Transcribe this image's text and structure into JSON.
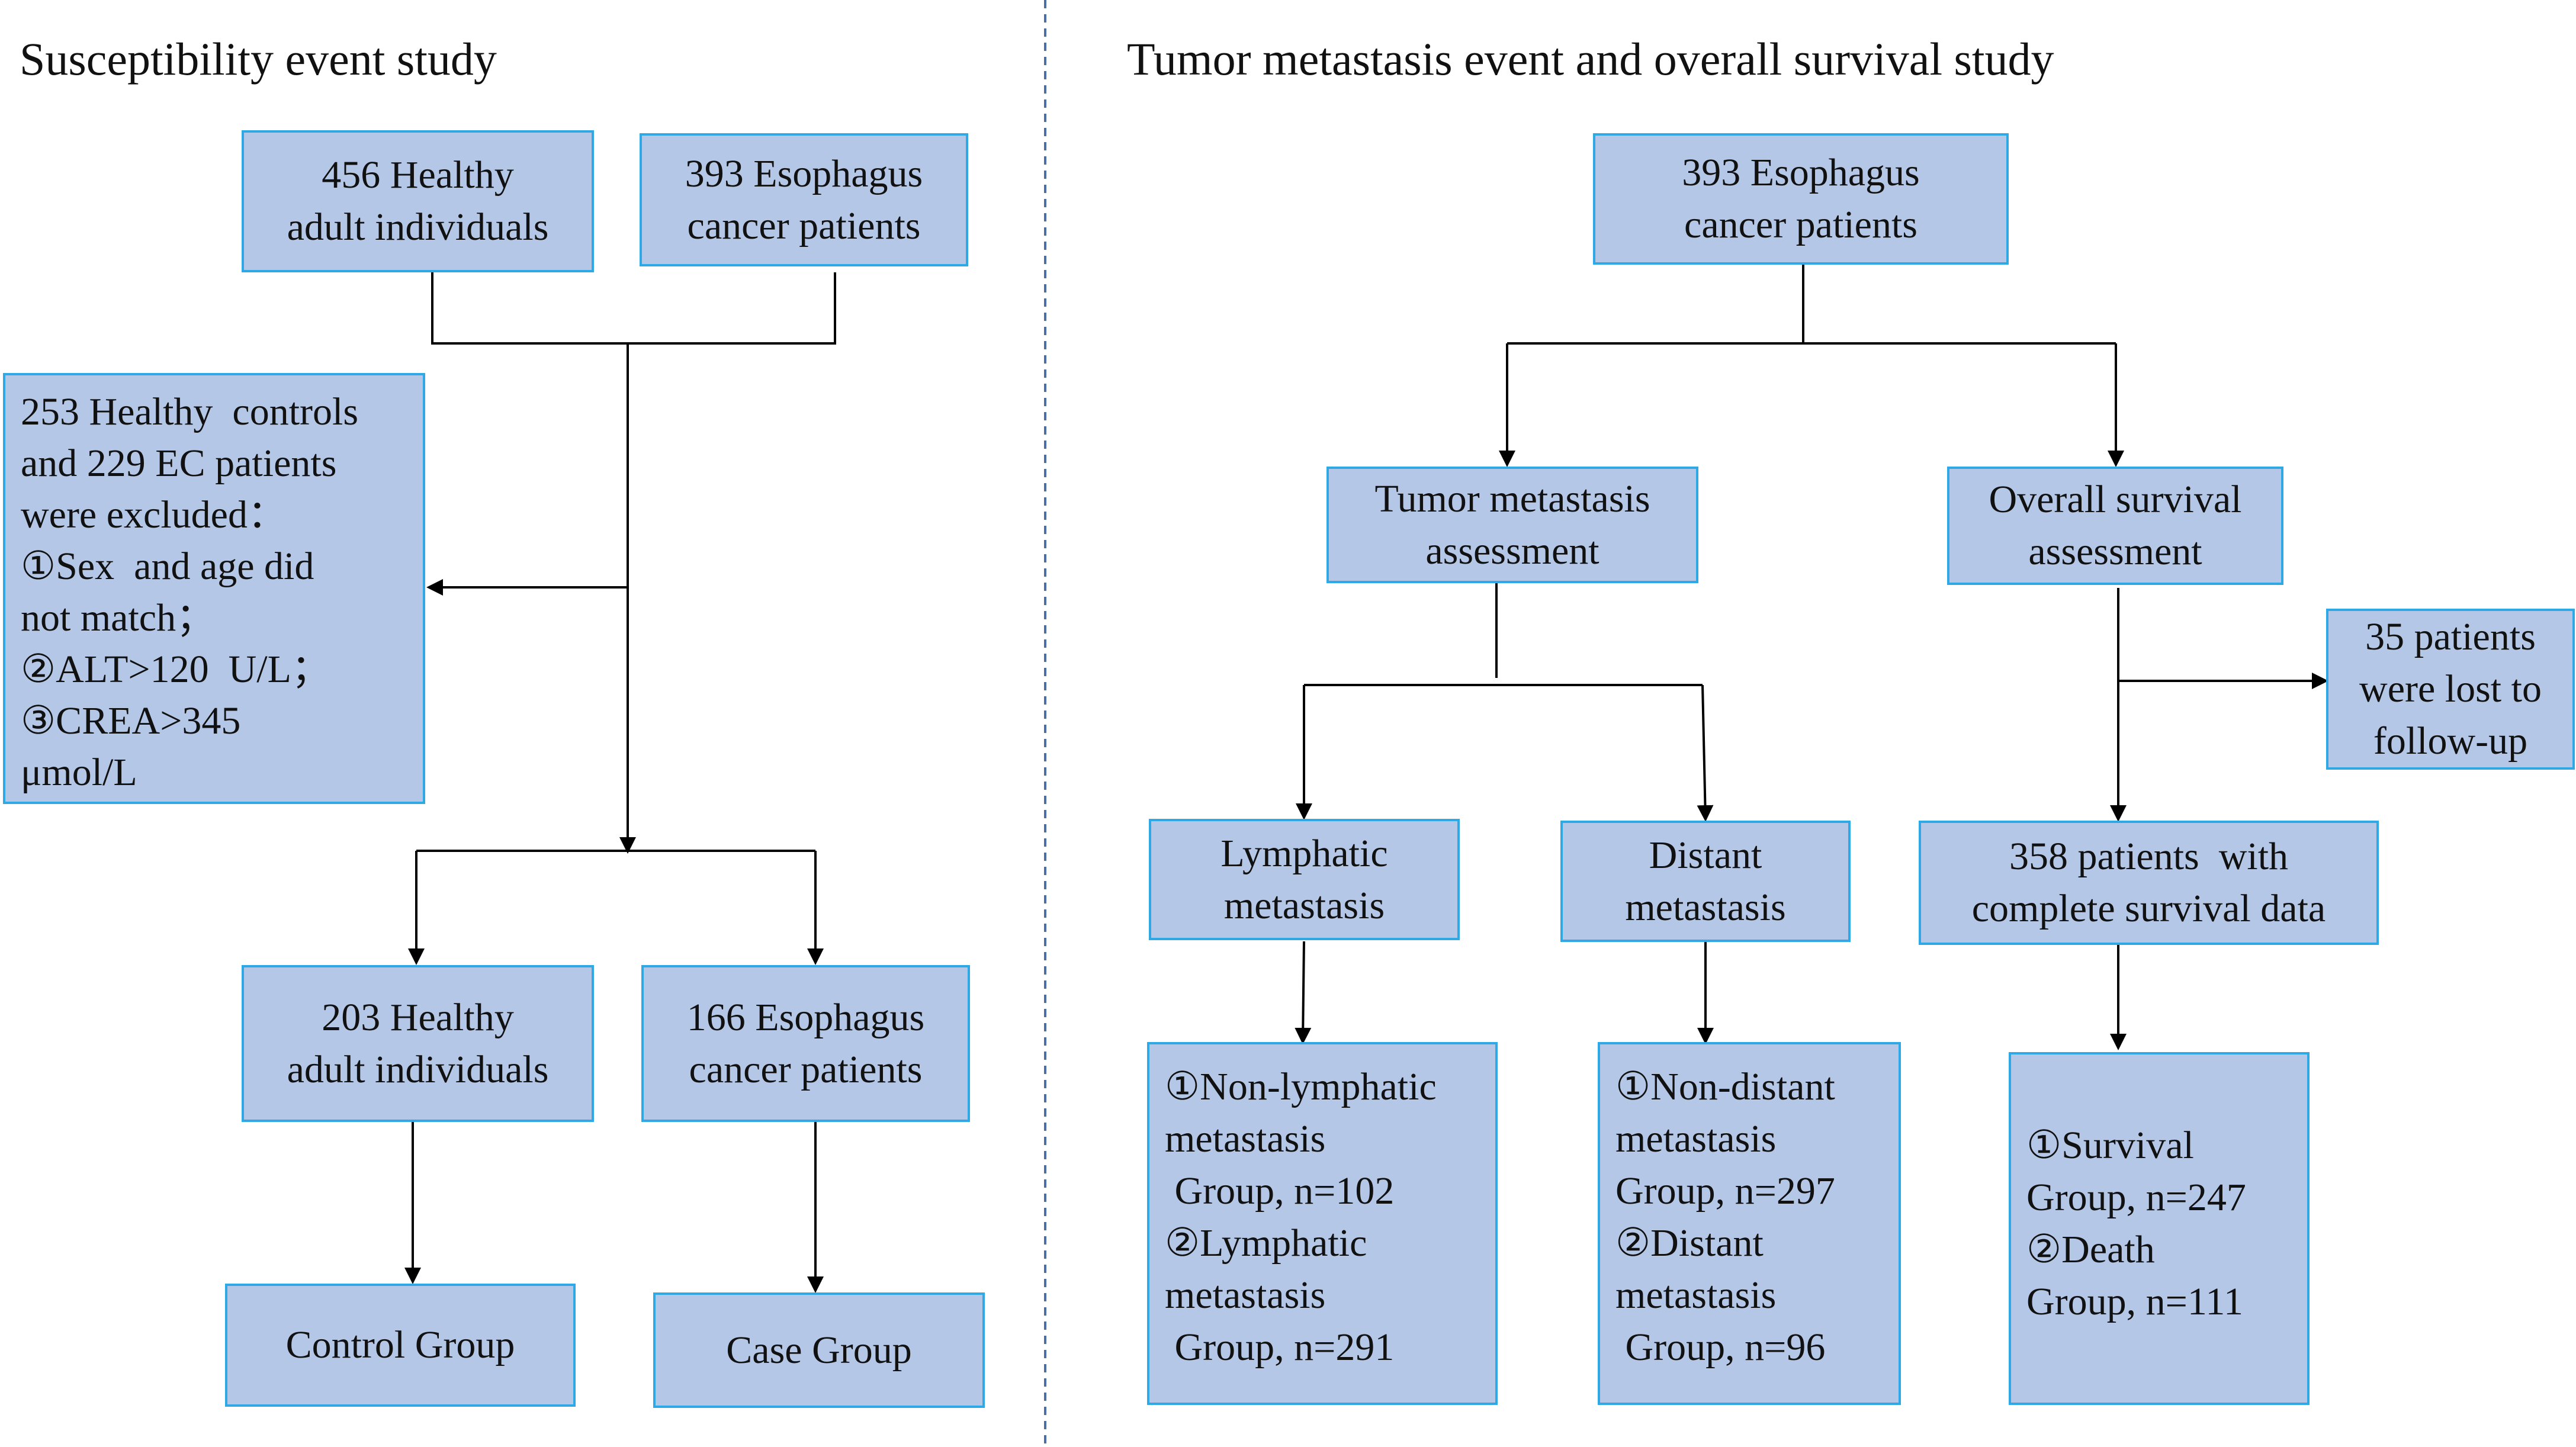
{
  "left_panel": {
    "title": "Susceptibility  event study",
    "healthy_initial": [
      "456 Healthy",
      "adult individuals"
    ],
    "ec_initial": [
      "393 Esophagus",
      "cancer patients"
    ],
    "exclusion": [
      "253 Healthy  controls",
      "and 229 EC patients",
      "were excluded：",
      "①Sex  and age did",
      "not match；",
      "②ALT>120  U/L；",
      "③CREA>345",
      "μmol/L"
    ],
    "healthy_final": [
      "203 Healthy",
      "adult individuals"
    ],
    "ec_final": [
      "166 Esophagus",
      "cancer patients"
    ],
    "control_group": "Control Group",
    "case_group": "Case Group"
  },
  "right_panel": {
    "title": "Tumor metastasis event and overall survival study",
    "ec_patients": [
      "393 Esophagus",
      "cancer patients"
    ],
    "tumor_assessment": [
      "Tumor metastasis",
      "assessment"
    ],
    "survival_assessment": [
      "Overall survival",
      "assessment"
    ],
    "lost_followup": [
      "35 patients",
      "were lost to",
      "follow-up"
    ],
    "lymphatic": [
      "Lymphatic",
      "metastasis"
    ],
    "distant": [
      "Distant",
      "metastasis"
    ],
    "complete_data": [
      "358 patients  with",
      "complete survival data"
    ],
    "lymphatic_groups": [
      "①Non-lymphatic",
      "metastasis",
      " Group, n=102",
      "②Lymphatic",
      "metastasis",
      " Group, n=291"
    ],
    "distant_groups": [
      "①Non-distant",
      "metastasis",
      "Group, n=297",
      "②Distant",
      "metastasis",
      " Group, n=96"
    ],
    "survival_groups": [
      "①Survival",
      "Group, n=247",
      "②Death",
      "Group, n=111"
    ]
  }
}
